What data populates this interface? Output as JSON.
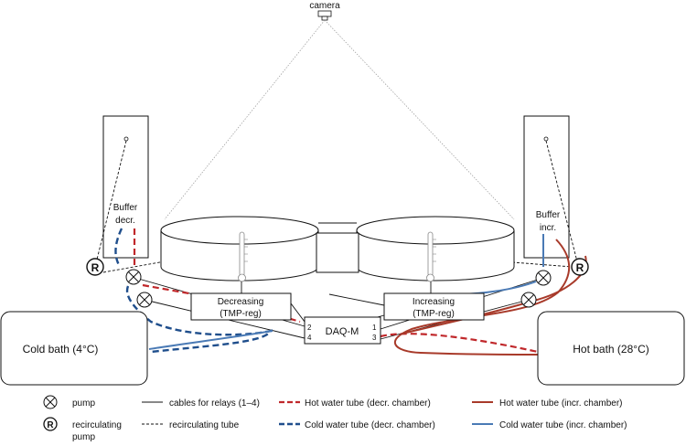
{
  "labels": {
    "camera": "camera",
    "buffer_decr_line1": "Buffer",
    "buffer_decr_line2": "decr.",
    "buffer_incr_line1": "Buffer",
    "buffer_incr_line2": "incr.",
    "decreasing_line1": "Decreasing",
    "decreasing_line2": "(TMP-reg)",
    "increasing_line1": "Increasing",
    "increasing_line2": "(TMP-reg)",
    "daq": "DAQ-M",
    "daq_pin_2": "2",
    "daq_pin_4": "4",
    "daq_pin_1": "1",
    "daq_pin_3": "3",
    "cold_bath": "Cold bath (4°C)",
    "hot_bath": "Hot bath (28°C)",
    "pump_symbol_letter": "R"
  },
  "legend": {
    "pump": "pump",
    "recirc_pump_line1": "recirculating",
    "recirc_pump_line2": "pump",
    "cables": "cables for relays (1–4)",
    "recirc_tube": "recirculating tube",
    "hot_decr": "Hot water tube (decr. chamber)",
    "cold_decr": "Cold water tube (decr. chamber)",
    "hot_incr": "Hot water tube (incr. chamber)",
    "cold_incr": "Cold water tube (incr. chamber)"
  },
  "colors": {
    "hot_decr": "#c0282b",
    "cold_decr": "#1f4e8c",
    "hot_incr": "#a83a2a",
    "cold_incr": "#4a7ab5",
    "line": "#111111"
  }
}
